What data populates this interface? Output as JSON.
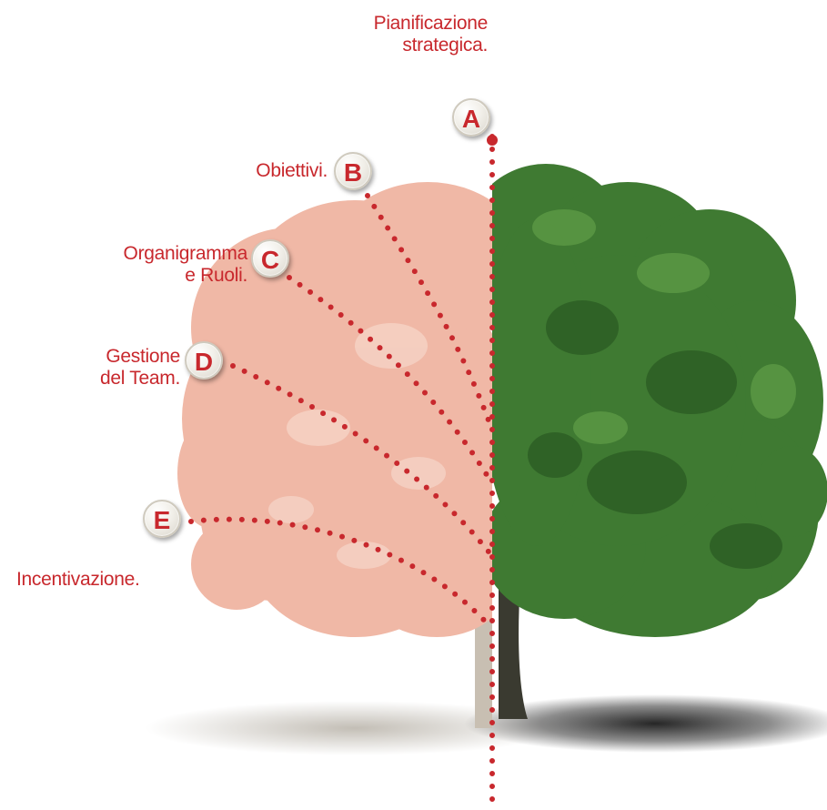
{
  "colors": {
    "accent": "#c8282d",
    "foliage_faded": "#f0b8a6",
    "foliage_green": "#3f7a32",
    "trunk": "#3a3a30"
  },
  "steps": [
    {
      "letter": "A",
      "label_line1": "Pianificazione",
      "label_line2": "strategica."
    },
    {
      "letter": "B",
      "label_line1": "Obiettivi.",
      "label_line2": ""
    },
    {
      "letter": "C",
      "label_line1": "Organigramma",
      "label_line2": "e Ruoli."
    },
    {
      "letter": "D",
      "label_line1": "Gestione",
      "label_line2": "del Team."
    },
    {
      "letter": "E",
      "label_line1": "Incentivazione.",
      "label_line2": ""
    }
  ]
}
